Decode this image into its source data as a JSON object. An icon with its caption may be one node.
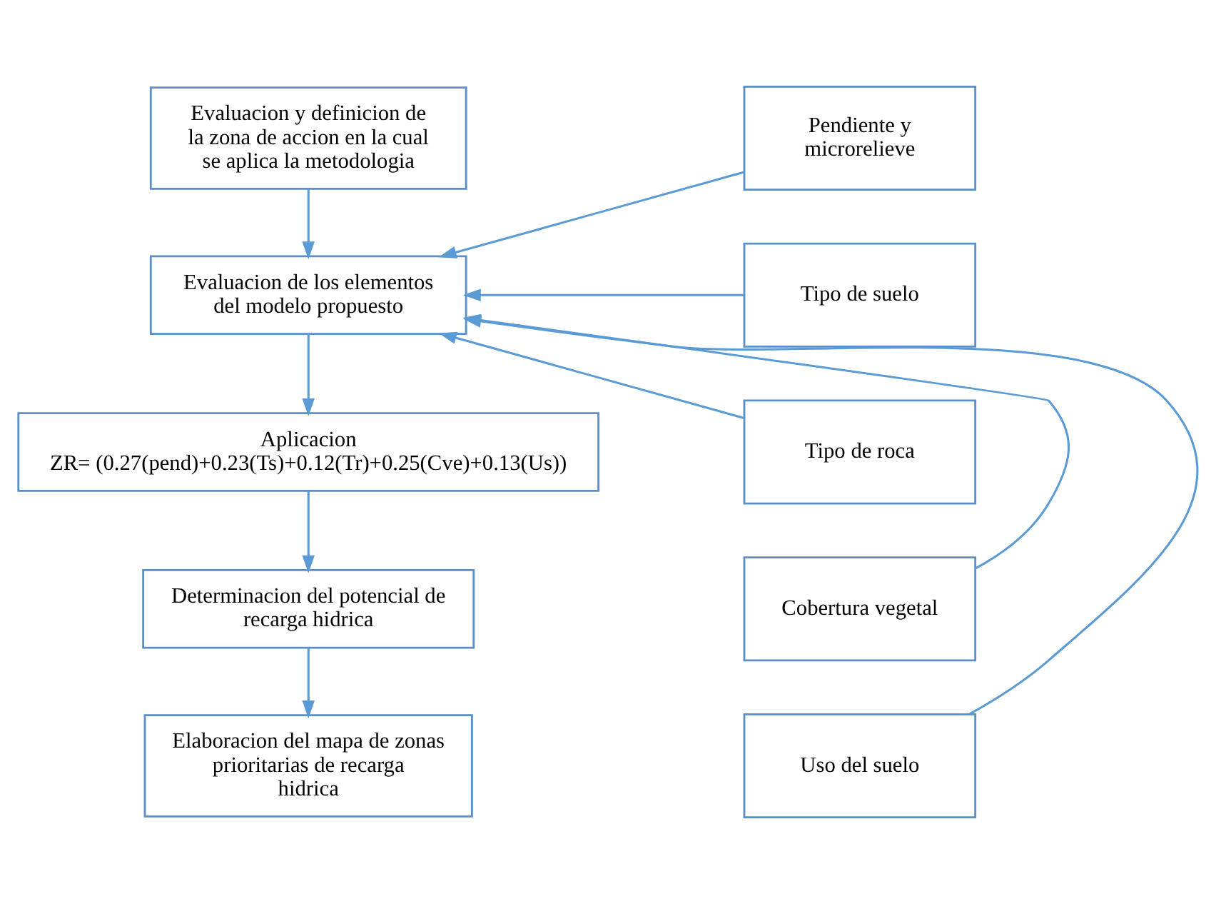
{
  "diagram": {
    "nodes": [
      {
        "text": [
          "Evaluacion y definicion de la zona de accion en la cual se aplica la metodologia"
        ]
      },
      {
        "text": [
          "Evaluacion de los elementos del modelo propuesto"
        ]
      },
      {
        "text": [
          "Aplicacion",
          "ZR= (0.27(pend)+0.23(Ts)+0.12(Tr)+0.25(Cve)+0.13(Us))"
        ]
      },
      {
        "text": [
          "Determinacion del potencial de recarga hidrica"
        ]
      },
      {
        "text": [
          "Elaboracion del mapa de zonas prioritarias de recarga hidrica"
        ]
      },
      {
        "text": [
          "Pendiente y microrelieve"
        ]
      },
      {
        "text": [
          "Tipo de suelo"
        ]
      },
      {
        "text": [
          "Tipo de roca"
        ]
      },
      {
        "text": [
          "Cobertura vegetal"
        ]
      },
      {
        "text": [
          "Uso del suelo"
        ]
      }
    ],
    "edges": [
      {
        "from": 0,
        "to": 1,
        "arrow": "to"
      },
      {
        "from": 1,
        "to": 2,
        "arrow": "to"
      },
      {
        "from": 2,
        "to": 3,
        "arrow": "to"
      },
      {
        "from": 3,
        "to": 4,
        "arrow": "to"
      },
      {
        "from": 5,
        "to": 1,
        "arrow": "to"
      },
      {
        "from": 6,
        "to": 1,
        "arrow": "to"
      },
      {
        "from": 7,
        "to": 1,
        "arrow": "to"
      },
      {
        "from": 8,
        "to": 1,
        "arrow": "to"
      },
      {
        "from": 9,
        "to": 1,
        "arrow": "to"
      }
    ]
  }
}
